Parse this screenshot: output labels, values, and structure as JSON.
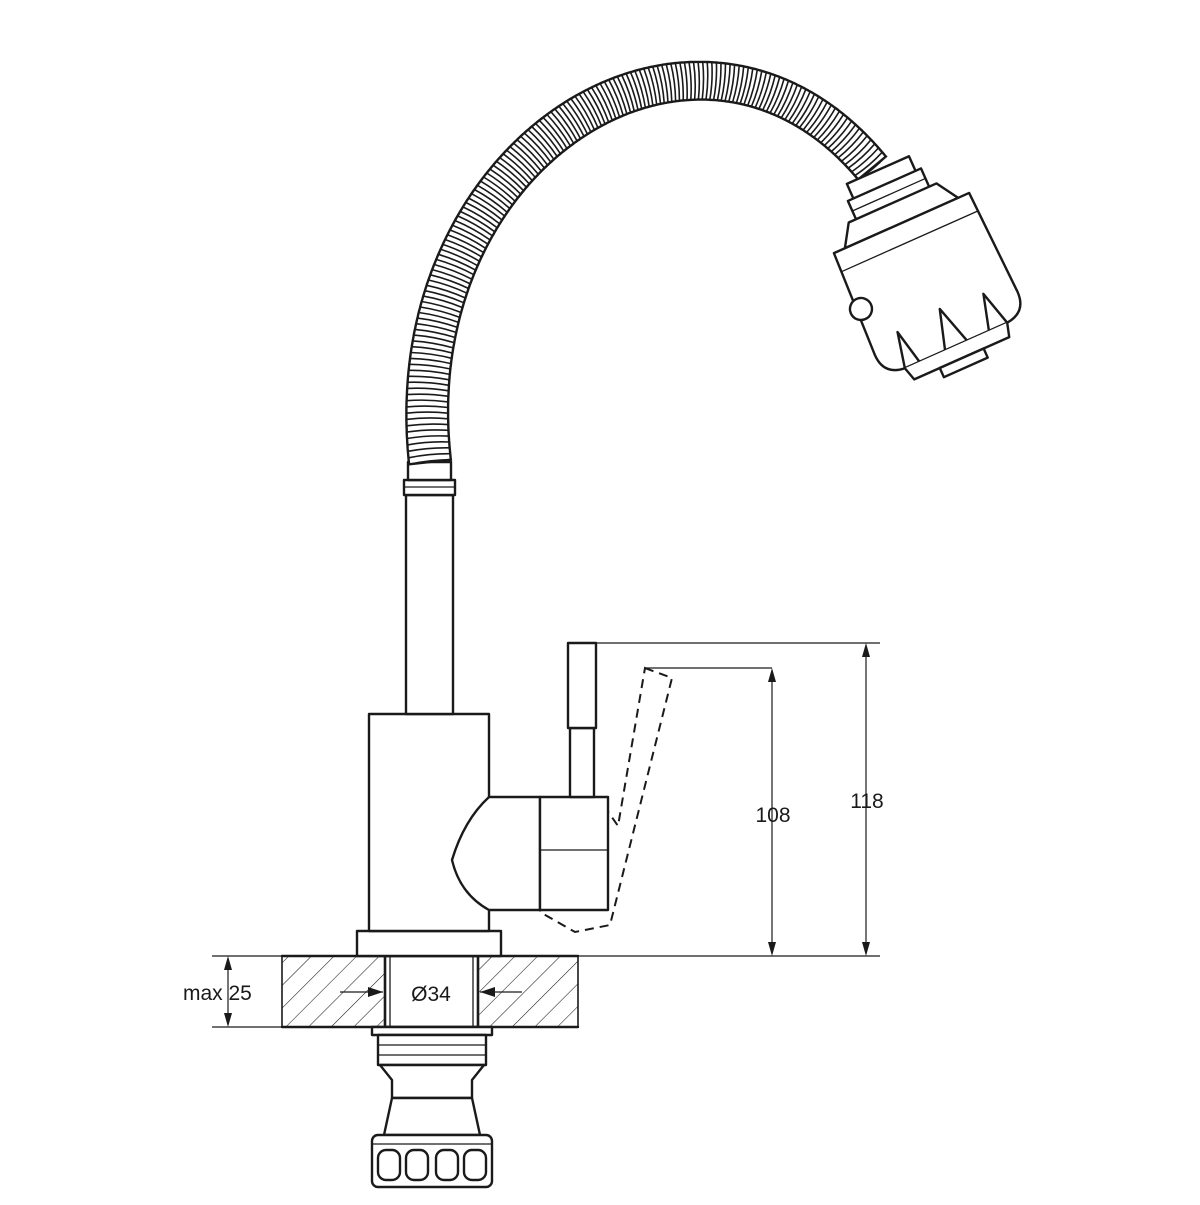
{
  "drawing": {
    "dimensions": {
      "lever_height": "108",
      "total_height": "118",
      "diameter": "Ø34",
      "max_thickness": "max 25"
    },
    "colors": {
      "line": "#1a1a1a",
      "background": "#ffffff"
    }
  }
}
